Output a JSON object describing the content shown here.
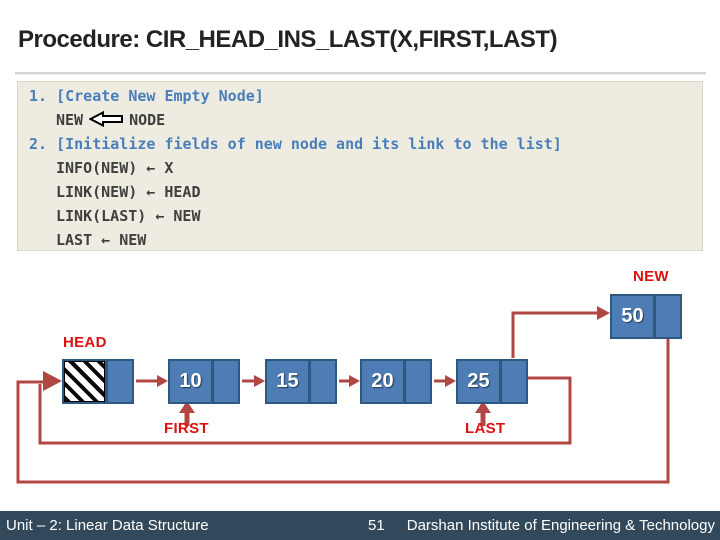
{
  "slide": {
    "title": "Procedure: CIR_HEAD_INS_LAST(X,FIRST,LAST)"
  },
  "code": {
    "step1_label": "1. [Create New Empty Node]",
    "create_lhs": "NEW",
    "create_rhs": "NODE",
    "step2_label": "2. [Initialize fields of new node and its link to the list]",
    "stmt1": "INFO(NEW) ← X",
    "stmt2": "LINK(NEW) ← HEAD",
    "stmt3": "LINK(LAST) ← NEW",
    "stmt4": "LAST ← NEW"
  },
  "diagram": {
    "head_label": "HEAD",
    "first_label": "FIRST",
    "last_label": "LAST",
    "new_label": "NEW",
    "nodes": [
      {
        "value": "10"
      },
      {
        "value": "15"
      },
      {
        "value": "20"
      },
      {
        "value": "25"
      }
    ],
    "new_node_value": "50",
    "colors": {
      "node_fill": "#4e7db5",
      "node_border": "#2f5780",
      "connector_red": "#b04743",
      "label_red": "#df1010",
      "code_blue": "#4a7ebb",
      "code_dark": "#3f3f3f",
      "code_bg": "#eeece1",
      "footer_bg": "#32495c"
    }
  },
  "footer": {
    "left": "Unit – 2: Linear Data Structure",
    "page": "51",
    "right": "Darshan Institute of Engineering & Technology"
  }
}
